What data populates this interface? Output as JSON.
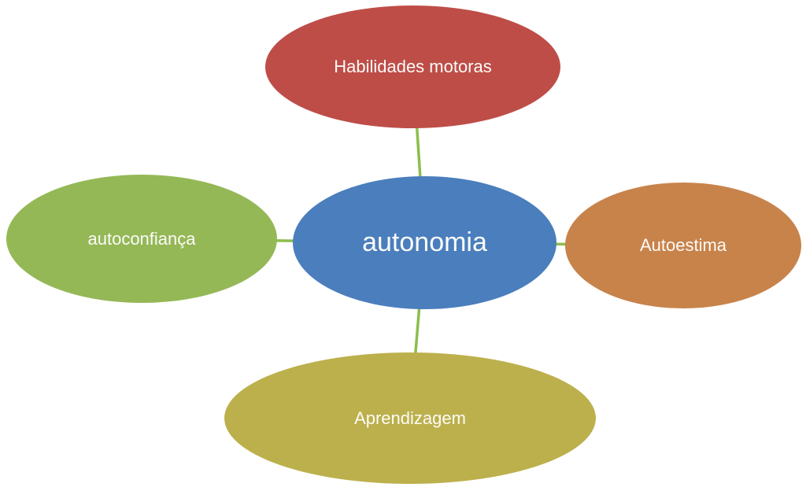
{
  "diagram": {
    "background_color": "#ffffff",
    "text_color": "#fcfbf8",
    "connector_color": "#8cbe4c",
    "center": {
      "label": "autonomia",
      "color": "#4a7ebd"
    },
    "nodes": [
      {
        "position": "top",
        "label": "Habilidades motoras",
        "color": "#be4d48"
      },
      {
        "position": "left",
        "label": "autoconfiança",
        "color": "#94b856"
      },
      {
        "position": "right",
        "label": "Autoestima",
        "color": "#c8834b"
      },
      {
        "position": "bottom",
        "label": "Aprendizagem",
        "color": "#bcb04c"
      }
    ]
  }
}
